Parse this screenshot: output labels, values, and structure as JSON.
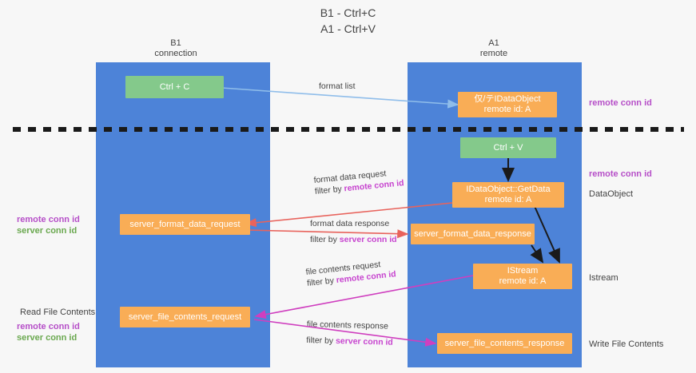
{
  "title": {
    "line1": "B1 - Ctrl+C",
    "line2": "A1 - Ctrl+V"
  },
  "lanes": [
    {
      "id": "b1",
      "name": "B1",
      "role": "connection"
    },
    {
      "id": "a1",
      "name": "A1",
      "role": "remote"
    }
  ],
  "nodes": {
    "ctrl_c": {
      "line1": "Ctrl + C",
      "line2": ""
    },
    "idataobject": {
      "line1": "仅/テIDataObject",
      "line2": "remote id: A"
    },
    "ctrl_v": {
      "line1": "Ctrl + V",
      "line2": ""
    },
    "getdata": {
      "line1": "IDataObject::GetData",
      "line2": "remote id: A"
    },
    "fmt_request": {
      "line1": "server_format_data_request",
      "line2": ""
    },
    "fmt_response": {
      "line1": "server_format_data_response",
      "line2": ""
    },
    "istream": {
      "line1": "IStream",
      "line2": "remote id: A"
    },
    "file_request": {
      "line1": "server_file_contents_request",
      "line2": ""
    },
    "file_response": {
      "line1": "server_file_contents_response",
      "line2": ""
    }
  },
  "edge_labels": {
    "format_list": "format list",
    "fmt_req_l1": "format data request",
    "fmt_req_l2_prefix": "filter by ",
    "fmt_req_l2_key": "remote conn id",
    "fmt_res_l1": "format data response",
    "fmt_res_l2_prefix": "filter by ",
    "fmt_res_l2_key": "server conn id",
    "file_req_l1": "file contents request",
    "file_req_l2_prefix": "filter by ",
    "file_req_l2_key": "remote conn id",
    "file_res_l1": "file contents response",
    "file_res_l2_prefix": "filter by ",
    "file_res_l2_key": "server conn id"
  },
  "side_labels": {
    "left_mid_purple": "remote conn id",
    "left_mid_green": "server conn id",
    "left_bottom_plain": "Read File Contents",
    "left_bottom_purple": "remote conn id",
    "left_bottom_green": "server conn id",
    "right_top_purple": "remote conn id",
    "right_mid_purple": "remote conn id",
    "right_dataobject": "DataObject",
    "right_istream": "Istream",
    "right_write": "Write File Contents"
  },
  "colors": {
    "lane": "#4d83d8",
    "green_node": "#84c98b",
    "orange_node": "#f9ad56",
    "arrow_blue": "#8fbdea",
    "arrow_red": "#e8635c",
    "arrow_magenta": "#cf3fbf",
    "arrow_black": "#1a1a1a",
    "divider": "#1a1a1a",
    "key_purple": "#b64fc8",
    "key_green": "#6aa84f",
    "background": "#f7f7f7"
  }
}
